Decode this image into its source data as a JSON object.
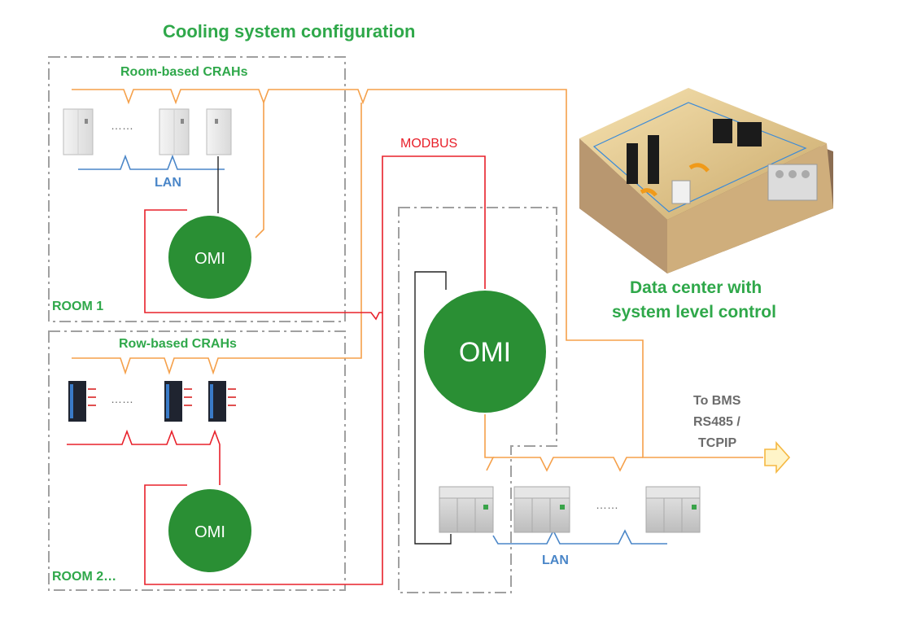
{
  "title": "Cooling system configuration",
  "labels": {
    "room_crahs": "Room-based CRAHs",
    "row_crahs": "Row-based CRAHs",
    "room1": "ROOM 1",
    "room2": "ROOM 2…",
    "lan_top": "LAN",
    "lan_bottom": "LAN",
    "modbus": "MODBUS",
    "dc_line1": "Data center with",
    "dc_line2": "system level control",
    "bms_line1": "To BMS",
    "bms_line2": "RS485 /",
    "bms_line3": "TCPIP",
    "dots_room": "……",
    "dots_row": "……",
    "dots_chillers": "……"
  },
  "omi": {
    "room1": "OMI",
    "room2": "OMI",
    "main": "OMI"
  },
  "colors": {
    "green": "#2fa84a",
    "orange": "#f5a04a",
    "red": "#e8202a",
    "blue": "#4a86c8",
    "dashed_border": "#a0a0a0",
    "omi_fill": "#2a8f34"
  }
}
